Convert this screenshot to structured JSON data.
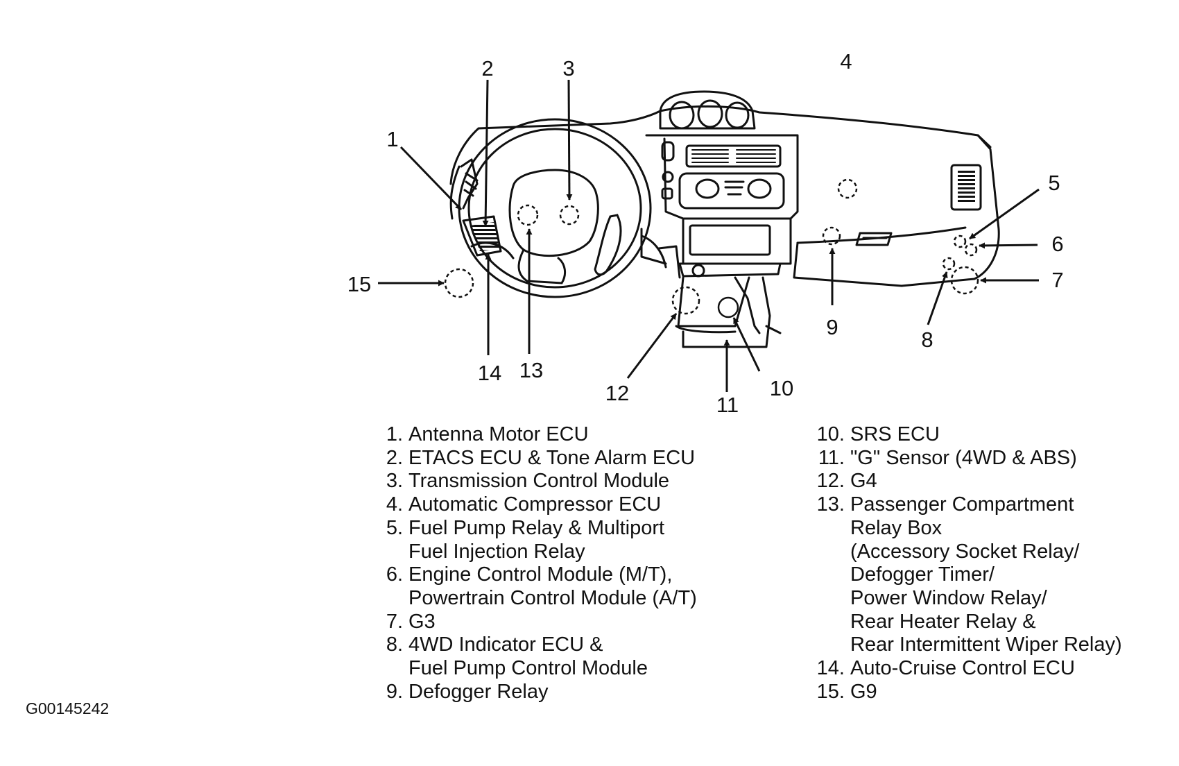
{
  "callouts": [
    {
      "num": "1"
    },
    {
      "num": "2"
    },
    {
      "num": "3"
    },
    {
      "num": "4"
    },
    {
      "num": "5"
    },
    {
      "num": "6"
    },
    {
      "num": "7"
    },
    {
      "num": "8"
    },
    {
      "num": "9"
    },
    {
      "num": "10"
    },
    {
      "num": "11"
    },
    {
      "num": "12"
    },
    {
      "num": "13"
    },
    {
      "num": "14"
    },
    {
      "num": "15"
    }
  ],
  "legend_left": [
    {
      "num": "1.",
      "lines": [
        "Antenna Motor ECU"
      ]
    },
    {
      "num": "2.",
      "lines": [
        "ETACS ECU & Tone Alarm ECU"
      ]
    },
    {
      "num": "3.",
      "lines": [
        "Transmission Control Module"
      ]
    },
    {
      "num": "4.",
      "lines": [
        "Automatic Compressor ECU"
      ]
    },
    {
      "num": "5.",
      "lines": [
        "Fuel Pump Relay & Multiport",
        "Fuel Injection Relay"
      ]
    },
    {
      "num": "6.",
      "lines": [
        "Engine Control Module (M/T),",
        "Powertrain Control Module (A/T)"
      ]
    },
    {
      "num": "7.",
      "lines": [
        "G3"
      ]
    },
    {
      "num": "8.",
      "lines": [
        "4WD Indicator ECU &",
        "Fuel Pump Control Module"
      ]
    },
    {
      "num": "9.",
      "lines": [
        "Defogger Relay"
      ]
    }
  ],
  "legend_right": [
    {
      "num": "10.",
      "lines": [
        "SRS ECU"
      ]
    },
    {
      "num": "11.",
      "lines": [
        "\"G\" Sensor (4WD & ABS)"
      ]
    },
    {
      "num": "12.",
      "lines": [
        "G4"
      ]
    },
    {
      "num": "13.",
      "lines": [
        "Passenger Compartment",
        "Relay Box",
        "(Accessory Socket Relay/",
        "Defogger Timer/",
        "Power Window Relay/",
        "Rear Heater Relay &",
        "Rear Intermittent Wiper Relay)"
      ]
    },
    {
      "num": "14.",
      "lines": [
        "Auto-Cruise Control ECU"
      ]
    },
    {
      "num": "15.",
      "lines": [
        "G9"
      ]
    }
  ],
  "figure_id": "G00145242"
}
